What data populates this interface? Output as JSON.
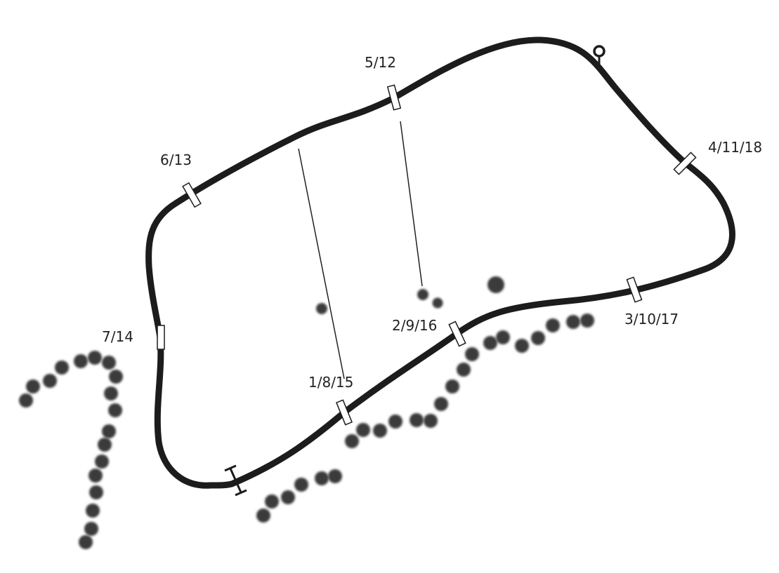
{
  "diagram": {
    "type": "circuit-map",
    "colors": {
      "track": "#1c1c1c",
      "marker_fill": "#ffffff",
      "tree": "#3a3a3a",
      "text": "#222222"
    },
    "sector_markers": [
      {
        "id": "m1",
        "label": "1/8/15"
      },
      {
        "id": "m2",
        "label": "2/9/16"
      },
      {
        "id": "m3",
        "label": "3/10/17"
      },
      {
        "id": "m4",
        "label": "4/11/18"
      },
      {
        "id": "m5",
        "label": "5/12"
      },
      {
        "id": "m6",
        "label": "6/13"
      },
      {
        "id": "m7",
        "label": "7/14"
      }
    ],
    "icons": {
      "start": "start-finish-line-icon",
      "pin": "location-pin-icon",
      "tree": "tree-icon"
    }
  }
}
